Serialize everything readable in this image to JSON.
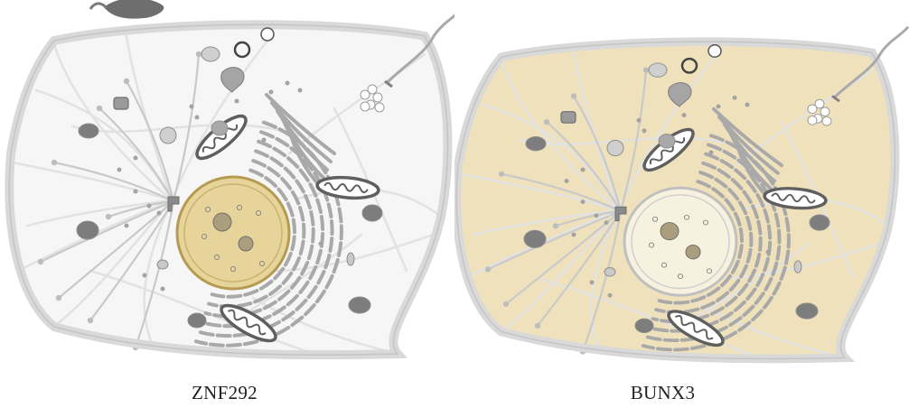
{
  "panels": [
    {
      "caption": "ZNF292",
      "highlight": "nucleus",
      "highlight_color": "#e6d49a"
    },
    {
      "caption": "BUNX3",
      "highlight": "cytoplasm",
      "highlight_color": "#efe1bb"
    }
  ],
  "colors": {
    "membrane": "#d9d9d9",
    "membrane_edge": "#c4c4c4",
    "filament": "#e2e2e2",
    "organelle_dark": "#7d7d7d",
    "organelle_mid": "#a9a9a9",
    "organelle_light": "#cfcfcf",
    "nucleus_highlight": "#e6d49a",
    "nucleus_edge": "#b59a52",
    "cytoplasm_highlight": "#efe1bb"
  }
}
